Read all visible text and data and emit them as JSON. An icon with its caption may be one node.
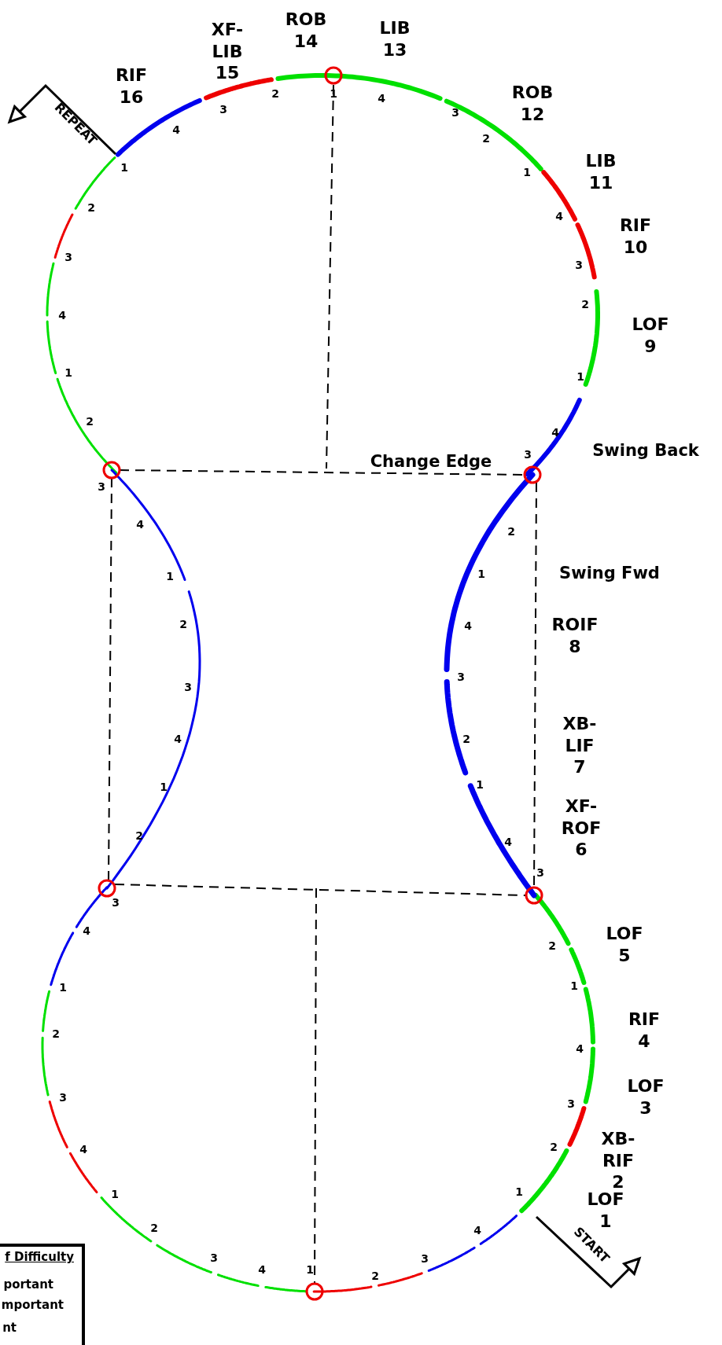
{
  "diagram": {
    "labels": [
      "ROB 14",
      "LIB 13",
      "XF-LIB 15",
      "RIF 16",
      "ROB 12",
      "1",
      "4",
      "2",
      "3",
      "3",
      "REPEAT",
      "4",
      "2",
      "LIB 11",
      "1",
      "1",
      "2",
      "4",
      "RIF 10",
      "3",
      "3",
      "2",
      "4",
      "LOF 9",
      "1",
      "1",
      "2",
      "4",
      "Swing Back",
      "Change Edge",
      "3",
      "3",
      "4",
      "2",
      "1",
      "Swing Fwd",
      "1",
      "2",
      "4",
      "ROIF 8",
      "3",
      "3",
      "4",
      "2",
      "XB-LIF 7",
      "1",
      "1",
      "XF-ROF 6",
      "2",
      "4",
      "3",
      "3",
      "4",
      "2",
      "LOF 5",
      "1",
      "1",
      "RIF 4",
      "2",
      "4",
      "3",
      "LOF 3",
      "3",
      "4",
      "XB-RIF 2",
      "2",
      "1",
      "1",
      "LOF 1",
      "2",
      "4",
      "START",
      "3",
      "4",
      "1",
      "2",
      "3",
      "f Difficulty",
      "portant",
      "mportant",
      "nt"
    ]
  }
}
